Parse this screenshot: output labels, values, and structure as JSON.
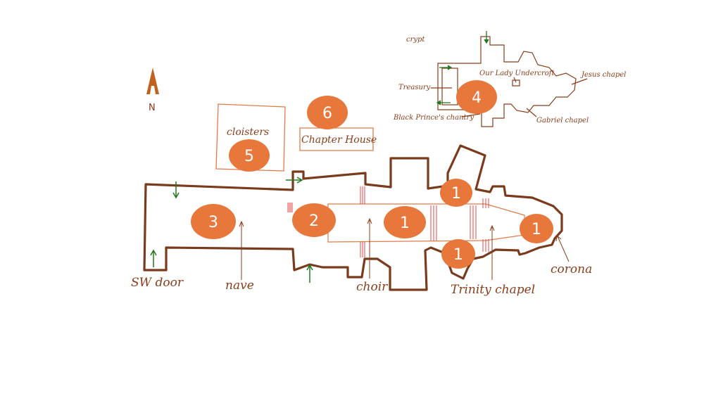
{
  "colors": {
    "wall": "#7a3a1c",
    "badge": "#e8773c",
    "label": "#8a3d1a",
    "thin_line": "#e07a4a",
    "door_arrow": "#1f7a1f",
    "step": "#e04a4a"
  },
  "compass": {
    "label": "N",
    "icon": "north-arrow-icon"
  },
  "labels": {
    "crypt": "crypt",
    "treasury": "Treasury",
    "our_lady_undercroft": "Our Lady Undercroft",
    "jesus_chapel": "Jesus chapel",
    "gabriel_chapel": "Gabriel chapel",
    "black_prince_chantry": "Black Prince's chantry",
    "cloisters": "cloisters",
    "chapter_house": "Chapter House",
    "sw_door": "SW door",
    "nave": "nave",
    "choir": "choir",
    "trinity_chapel": "Trinity chapel",
    "corona": "corona"
  },
  "badges": {
    "crypt": "4",
    "cloisters": "5",
    "chapter_house": "6",
    "nave": "3",
    "crossing": "2",
    "choir": "1",
    "north_chapel": "1",
    "south_chapel": "1",
    "corona": "1"
  }
}
